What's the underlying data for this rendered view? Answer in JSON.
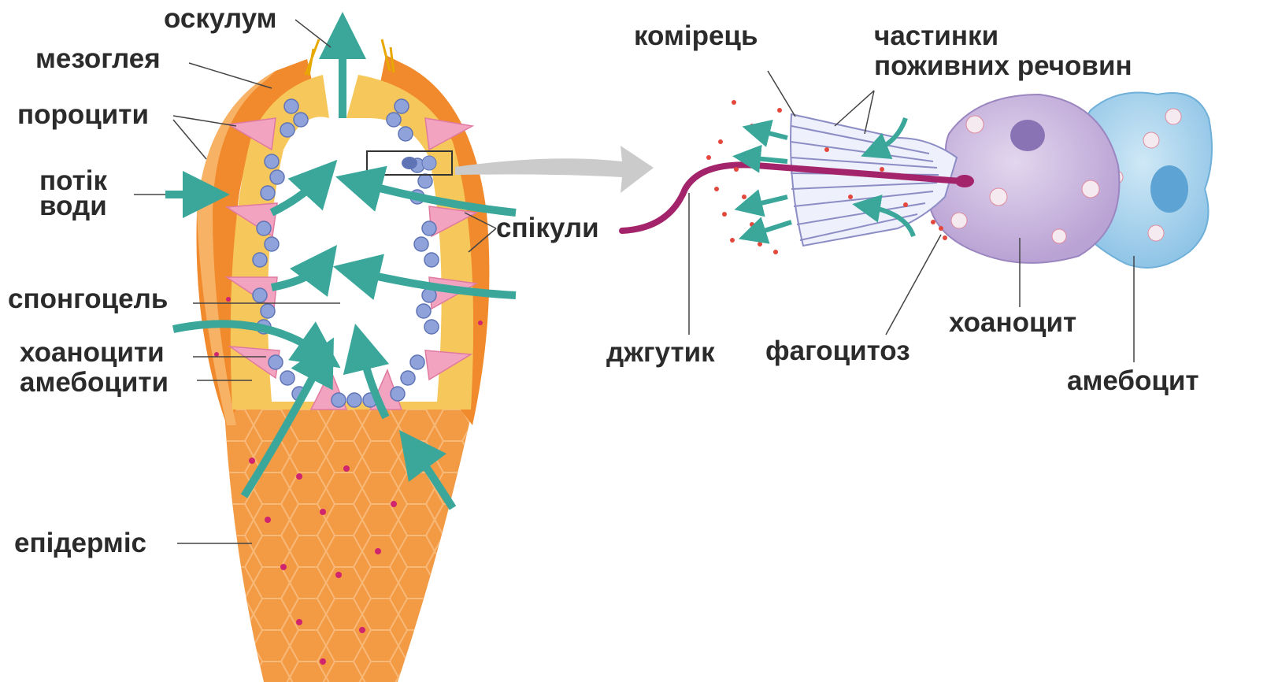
{
  "diagram": {
    "labels": {
      "osculum": "оскулум",
      "mesoglea": "мезоглея",
      "porocytes": "пороцити",
      "water_flow_line1": "потік",
      "water_flow_line2": "води",
      "spicules": "спікули",
      "spongocoel": "спонгоцель",
      "choanocytes": "хоаноцити",
      "amoebocytes": "амебоцити",
      "epidermis": "епідерміс",
      "collar": "комірець",
      "food_particles_line1": "частинки",
      "food_particles_line2": "поживних речовин",
      "flagellum": "джгутик",
      "phagocytosis": "фагоцитоз",
      "choanocyte": "хоаноцит",
      "amoebocyte": "амебоцит"
    },
    "colors": {
      "body_orange": "#f08a2c",
      "body_light": "#f7b266",
      "mesoglea": "#f6c75a",
      "porocyte_pink": "#f2a3c0",
      "choanocyte_blue": "#8fa3da",
      "water_arrow": "#3aa79a",
      "choanocyte_cell": "#c9b8de",
      "amoebocyte_cell": "#a7d3ec",
      "flagellum": "#a3246a",
      "pointer_arrow": "#c8c8c8"
    }
  }
}
